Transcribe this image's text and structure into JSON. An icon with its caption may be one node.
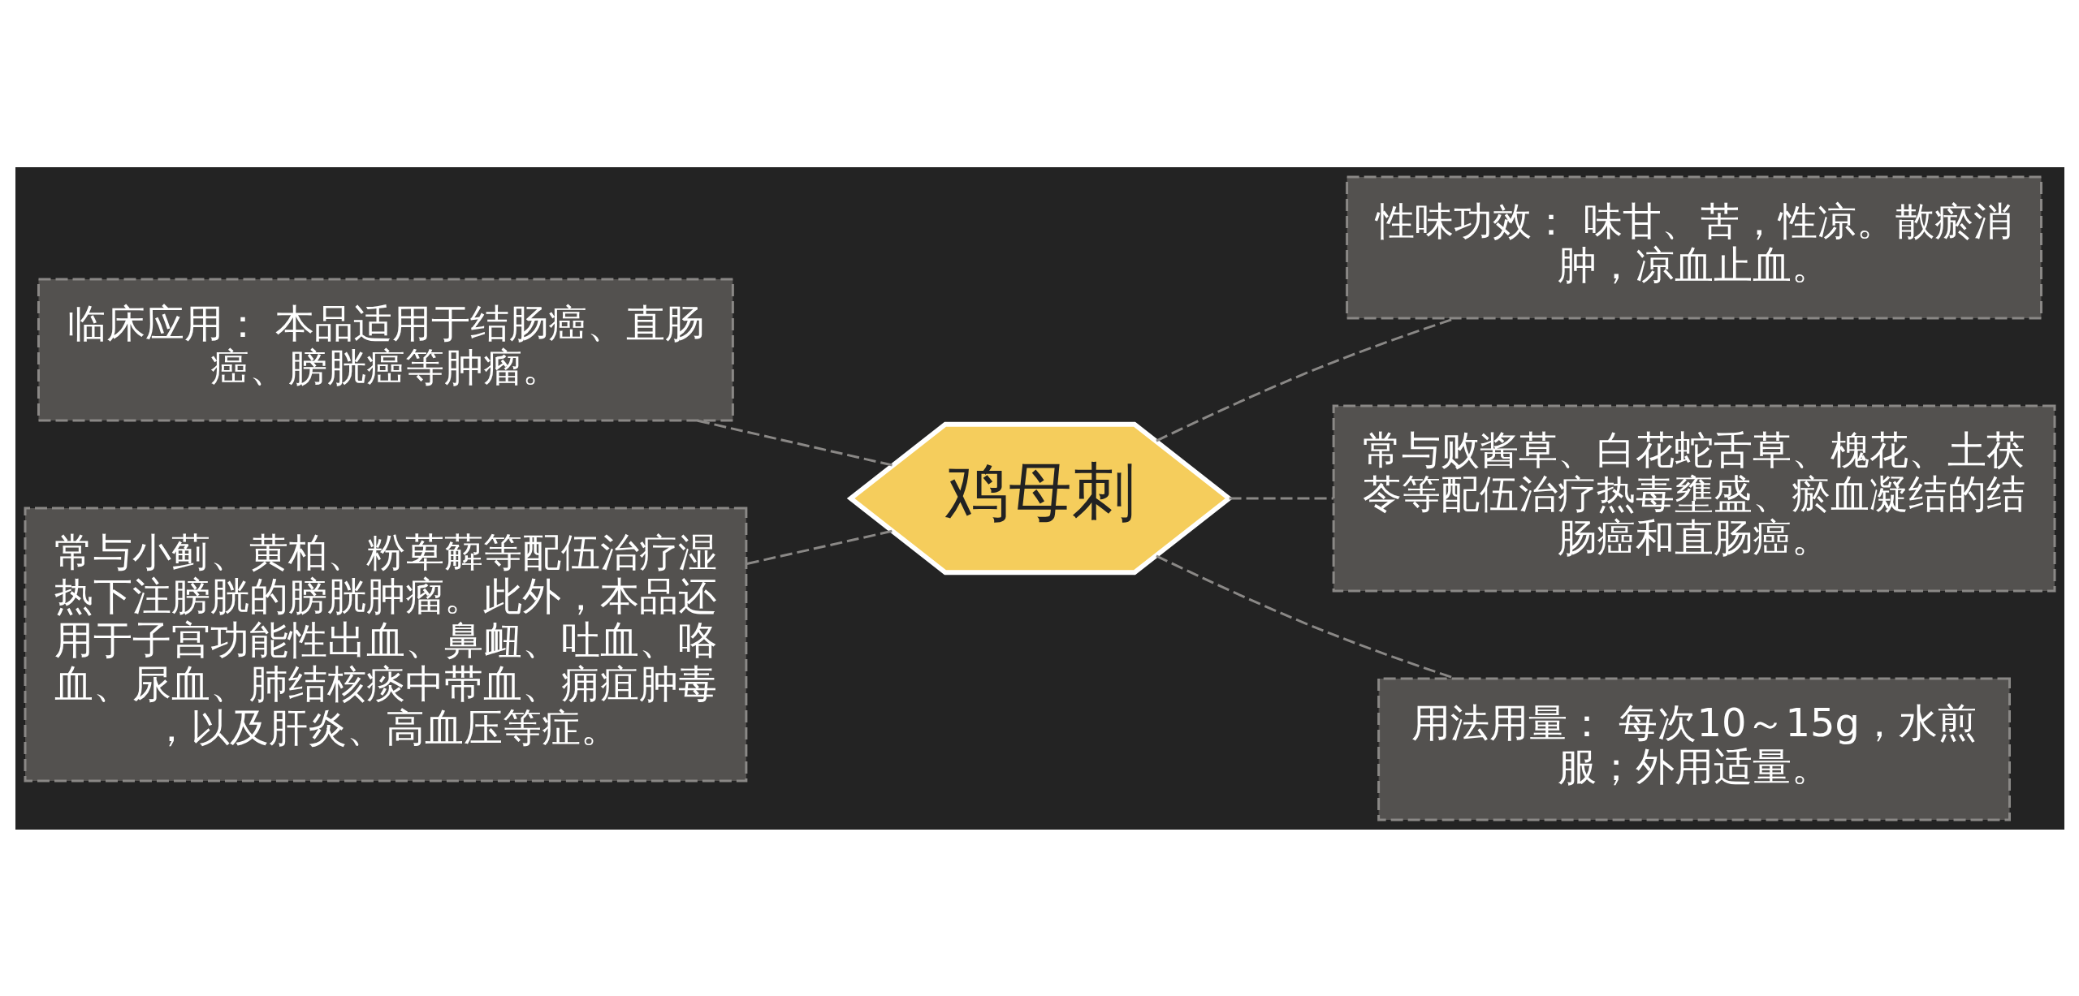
{
  "diagram": {
    "nodes": [
      {
        "text": [
          "鸡母刺"
        ]
      },
      {
        "text": [
          "临床应用： 本品适用于结肠癌、直肠癌、膀胱癌等肿瘤。"
        ]
      },
      {
        "text": [
          "常与小蓟、黄柏、粉萆薢等配伍治疗湿热下注膀胱的膀胱肿瘤。此外，本品还用于子宫功能性出血、鼻衄、吐血、咯血、尿血、肺结核痰中带血、痈疽肿毒，以及肝炎、高血压等症。"
        ]
      },
      {
        "text": [
          "性味功效： 味甘、苦，性凉。散瘀消肿，凉血止血。"
        ]
      },
      {
        "text": [
          "常与败酱草、白花蛇舌草、槐花、土茯苓等配伍治疗热毒壅盛、瘀血凝结的结肠癌和直肠癌。"
        ]
      },
      {
        "text": [
          "用法用量： 每次10～15g，水煎服；外用适量。"
        ]
      }
    ],
    "edges": [
      {
        "from": 1,
        "to": 0,
        "arrow": "none",
        "style": "dashed"
      },
      {
        "from": 2,
        "to": 0,
        "arrow": "none",
        "style": "dashed"
      },
      {
        "from": 0,
        "to": 3,
        "arrow": "none",
        "style": "dashed"
      },
      {
        "from": 0,
        "to": 4,
        "arrow": "none",
        "style": "dashed"
      },
      {
        "from": 0,
        "to": 5,
        "arrow": "none",
        "style": "dashed"
      }
    ]
  }
}
